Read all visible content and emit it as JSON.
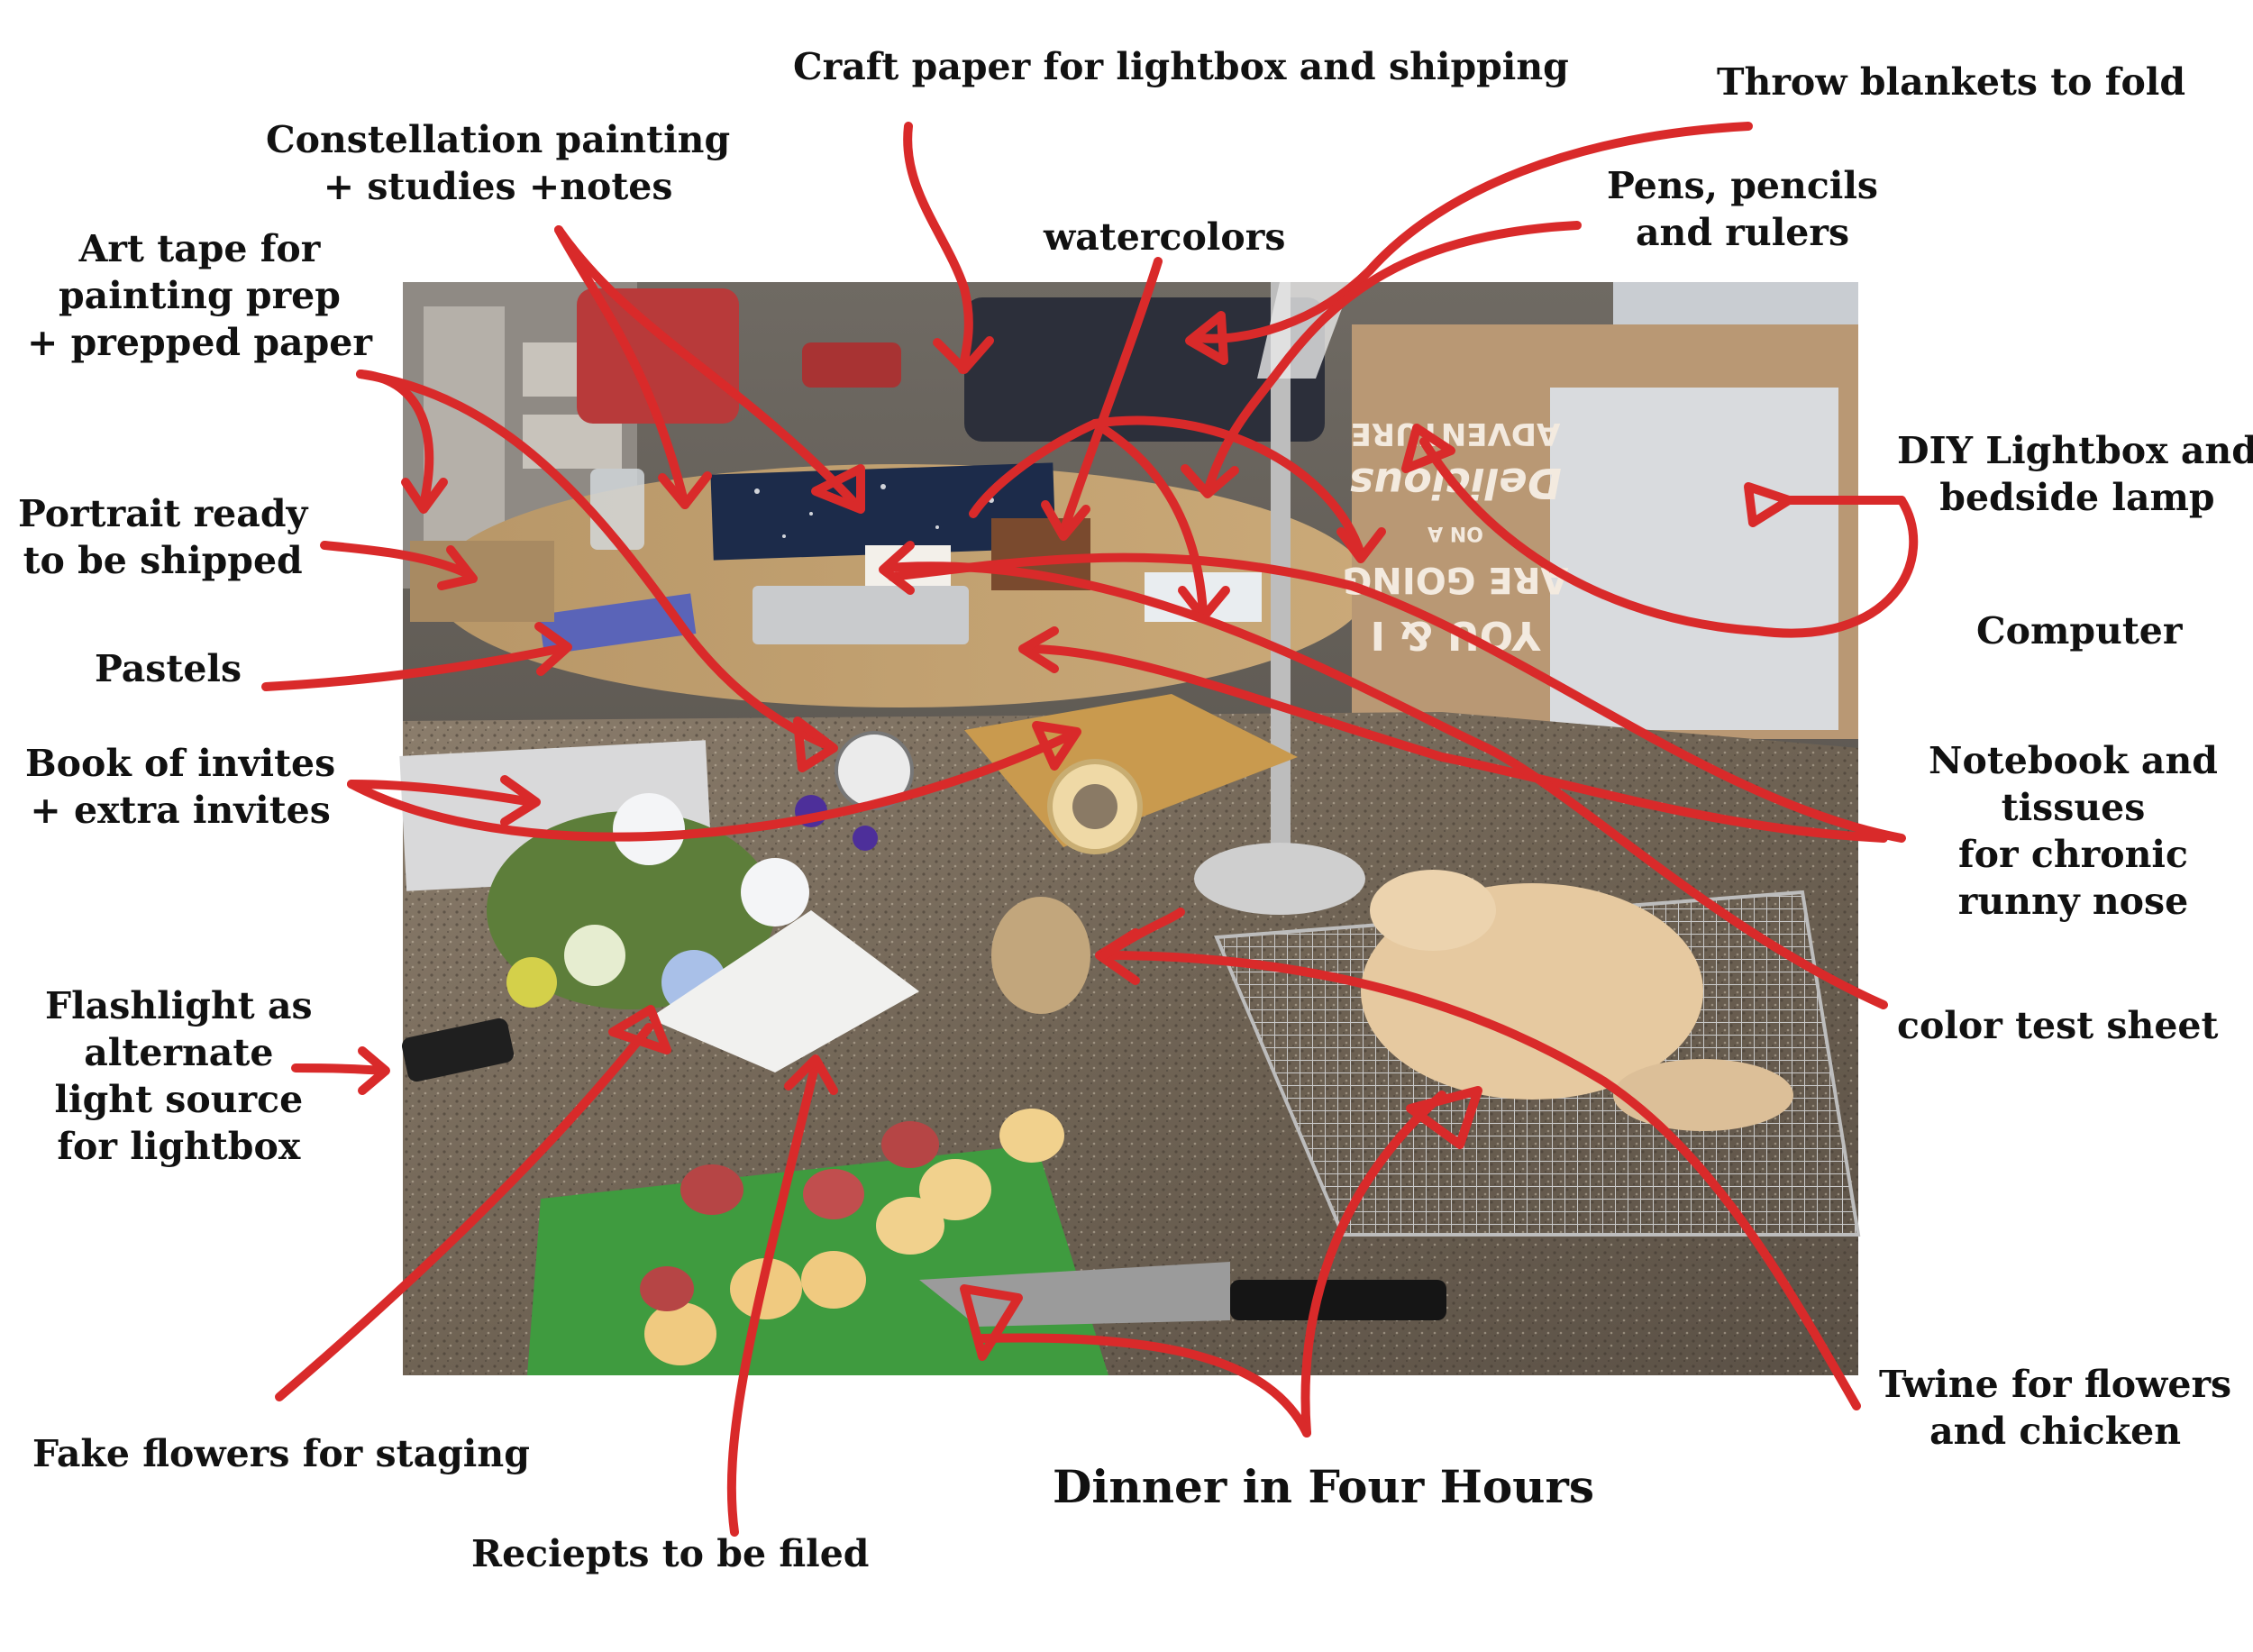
{
  "colors": {
    "annotation": "#d92a2a",
    "label": "#111111",
    "background": "#ffffff"
  },
  "labels": {
    "craft_paper": "Craft paper for lightbox and shipping",
    "throw_blankets": "Throw blankets to fold",
    "constellation": [
      "Constellation painting",
      "+ studies +notes"
    ],
    "pens": [
      "Pens, pencils",
      "and rulers"
    ],
    "watercolors": "watercolors",
    "art_tape": [
      "Art tape for",
      "painting prep",
      "+ prepped paper"
    ],
    "lightbox": [
      "DIY Lightbox and",
      "bedside lamp"
    ],
    "portrait": [
      "Portrait ready",
      "to be shipped"
    ],
    "computer": "Computer",
    "pastels": "Pastels",
    "notebook": [
      "Notebook and",
      "tissues",
      "for chronic",
      "runny nose"
    ],
    "invites": [
      "Book of invites",
      "+ extra invites"
    ],
    "color_test": "color test sheet",
    "flashlight": [
      "Flashlight as",
      "alternate",
      "light source",
      "for lightbox"
    ],
    "twine": [
      "Twine for flowers",
      "and chicken"
    ],
    "fake_flowers": "Fake flowers for staging",
    "dinner": "Dinner in Four Hours",
    "receipts": "Reciepts to be filed"
  },
  "photo_logo_text": [
    "YOU & I",
    "ARE GOING",
    "ON A",
    "Delicious",
    "ADVENTURE"
  ]
}
